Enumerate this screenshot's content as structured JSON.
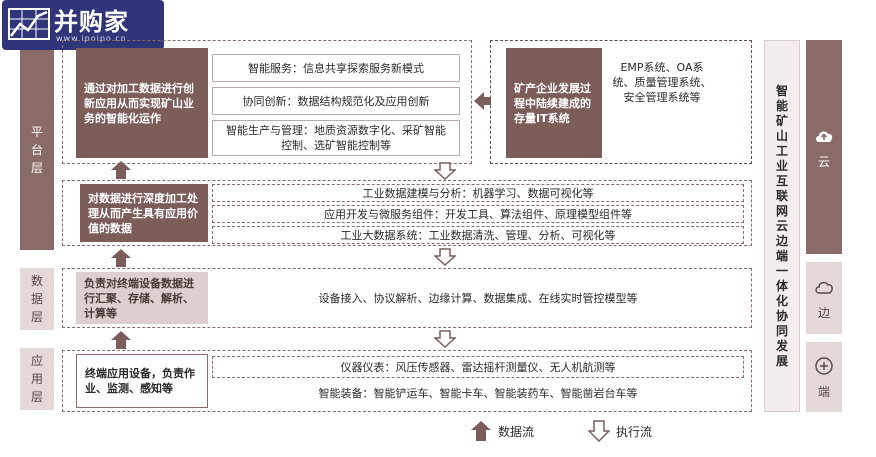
{
  "logo": {
    "brand": "并购家",
    "url": "www.ipoipo.cn"
  },
  "layers": {
    "platform": "平台层",
    "data": "数据层",
    "application": "应用层"
  },
  "platform_top": {
    "left_desc": "通过对加工数据进行创新应用从而实现矿山业务的智能化运作",
    "rows": [
      "智能服务：信息共享探索服务新模式",
      "协同创新：数据结构规范化及应用创新",
      "智能生产与管理：地质资源数字化、采矿智能控制、选矿智能控制等"
    ],
    "mining_desc": "矿产企业发展过程中陆续建成的存量IT系统",
    "systems_desc": "EMP系统、OA系统、质量管理系统、安全管理系统等"
  },
  "platform_mid": {
    "left_desc": "对数据进行深度加工处理从而产生具有应用价值的数据",
    "rows": [
      "工业数据建模与分析：机器学习、数据可视化等",
      "应用开发与微服务组件：开发工具、算法组件、原理模型组件等",
      "工业大数据系统：工业数据清洗、管理、分析、可视化等"
    ]
  },
  "data_layer": {
    "left_desc": "负责对终端设备数据进行汇聚、存储、解析、计算等",
    "content": "设备接入、协议解析、边缘计算、数据集成、在线实时管控模型等"
  },
  "app_layer": {
    "left_desc": "终端应用设备，负责作业、监测、感知等",
    "rows": [
      "仪器仪表：风压传感器、雷达摇杆测量仪、无人机航测等",
      "智能装备：智能铲运车、智能卡车、智能装药车、智能凿岩台车等"
    ]
  },
  "right": {
    "vertical_title": "智能矿山工业互联网云边端一体化协同发展",
    "tiers": [
      "云",
      "边",
      "端"
    ]
  },
  "legend": {
    "data_flow": "数据流",
    "exec_flow": "执行流"
  },
  "colors": {
    "dark": "#7d5d5a",
    "layer": "#8a6b68",
    "light": "#e5d9d8",
    "logo": "#2f3578"
  }
}
